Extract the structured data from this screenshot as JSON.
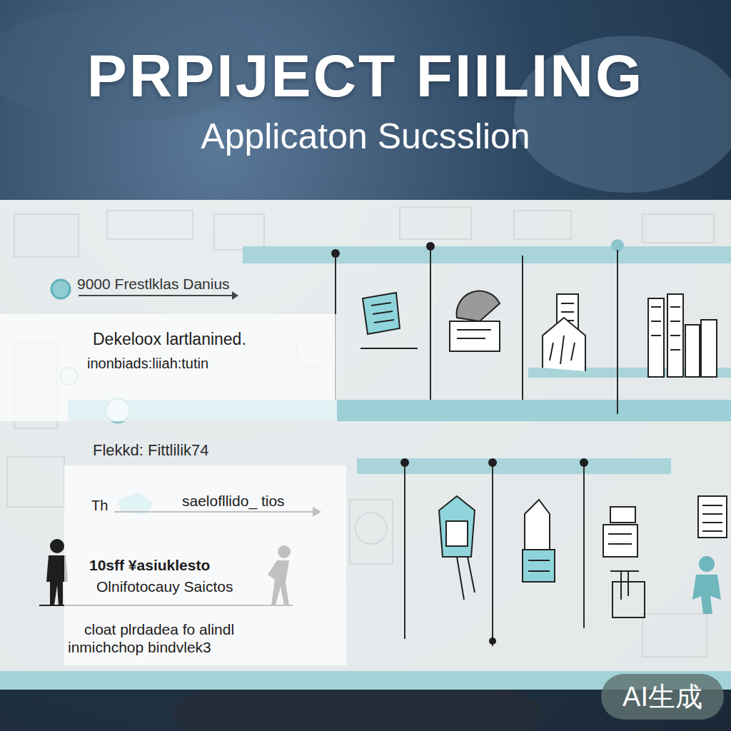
{
  "diagram": {
    "title": "PRPIJECT FIILING",
    "nodes": [
      {
        "text": [
          "Dekeloox lartlanined.",
          "inonbiads:liiah:tutin"
        ]
      },
      {
        "text": [
          "Th",
          "saelofllido_ tios",
          "10sff ¥asiuklesto",
          "Olnifotocauy Saictos",
          "cloat plrdadea fo alindl",
          "inmichchop bindvlek3"
        ]
      }
    ],
    "labels": [
      "Applicaton Sucsslion",
      "9000 Frestlklas Danius",
      "Flekkd: Fittlilik74",
      "AI生成"
    ]
  }
}
